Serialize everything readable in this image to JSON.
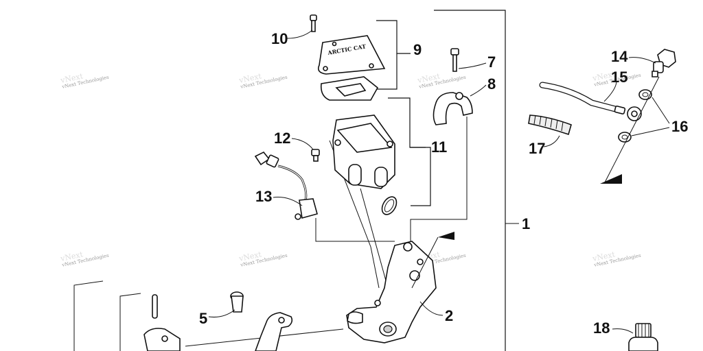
{
  "callouts": {
    "c1": "1",
    "c2": "2",
    "c5": "5",
    "c7": "7",
    "c8": "8",
    "c9": "9",
    "c10": "10",
    "c11": "11",
    "c12": "12",
    "c13": "13",
    "c14": "14",
    "c15": "15",
    "c16": "16",
    "c17": "17",
    "c18": "18"
  },
  "watermark_text": "vNext Technologies",
  "cover_logo_text": "ARCTIC CAT"
}
